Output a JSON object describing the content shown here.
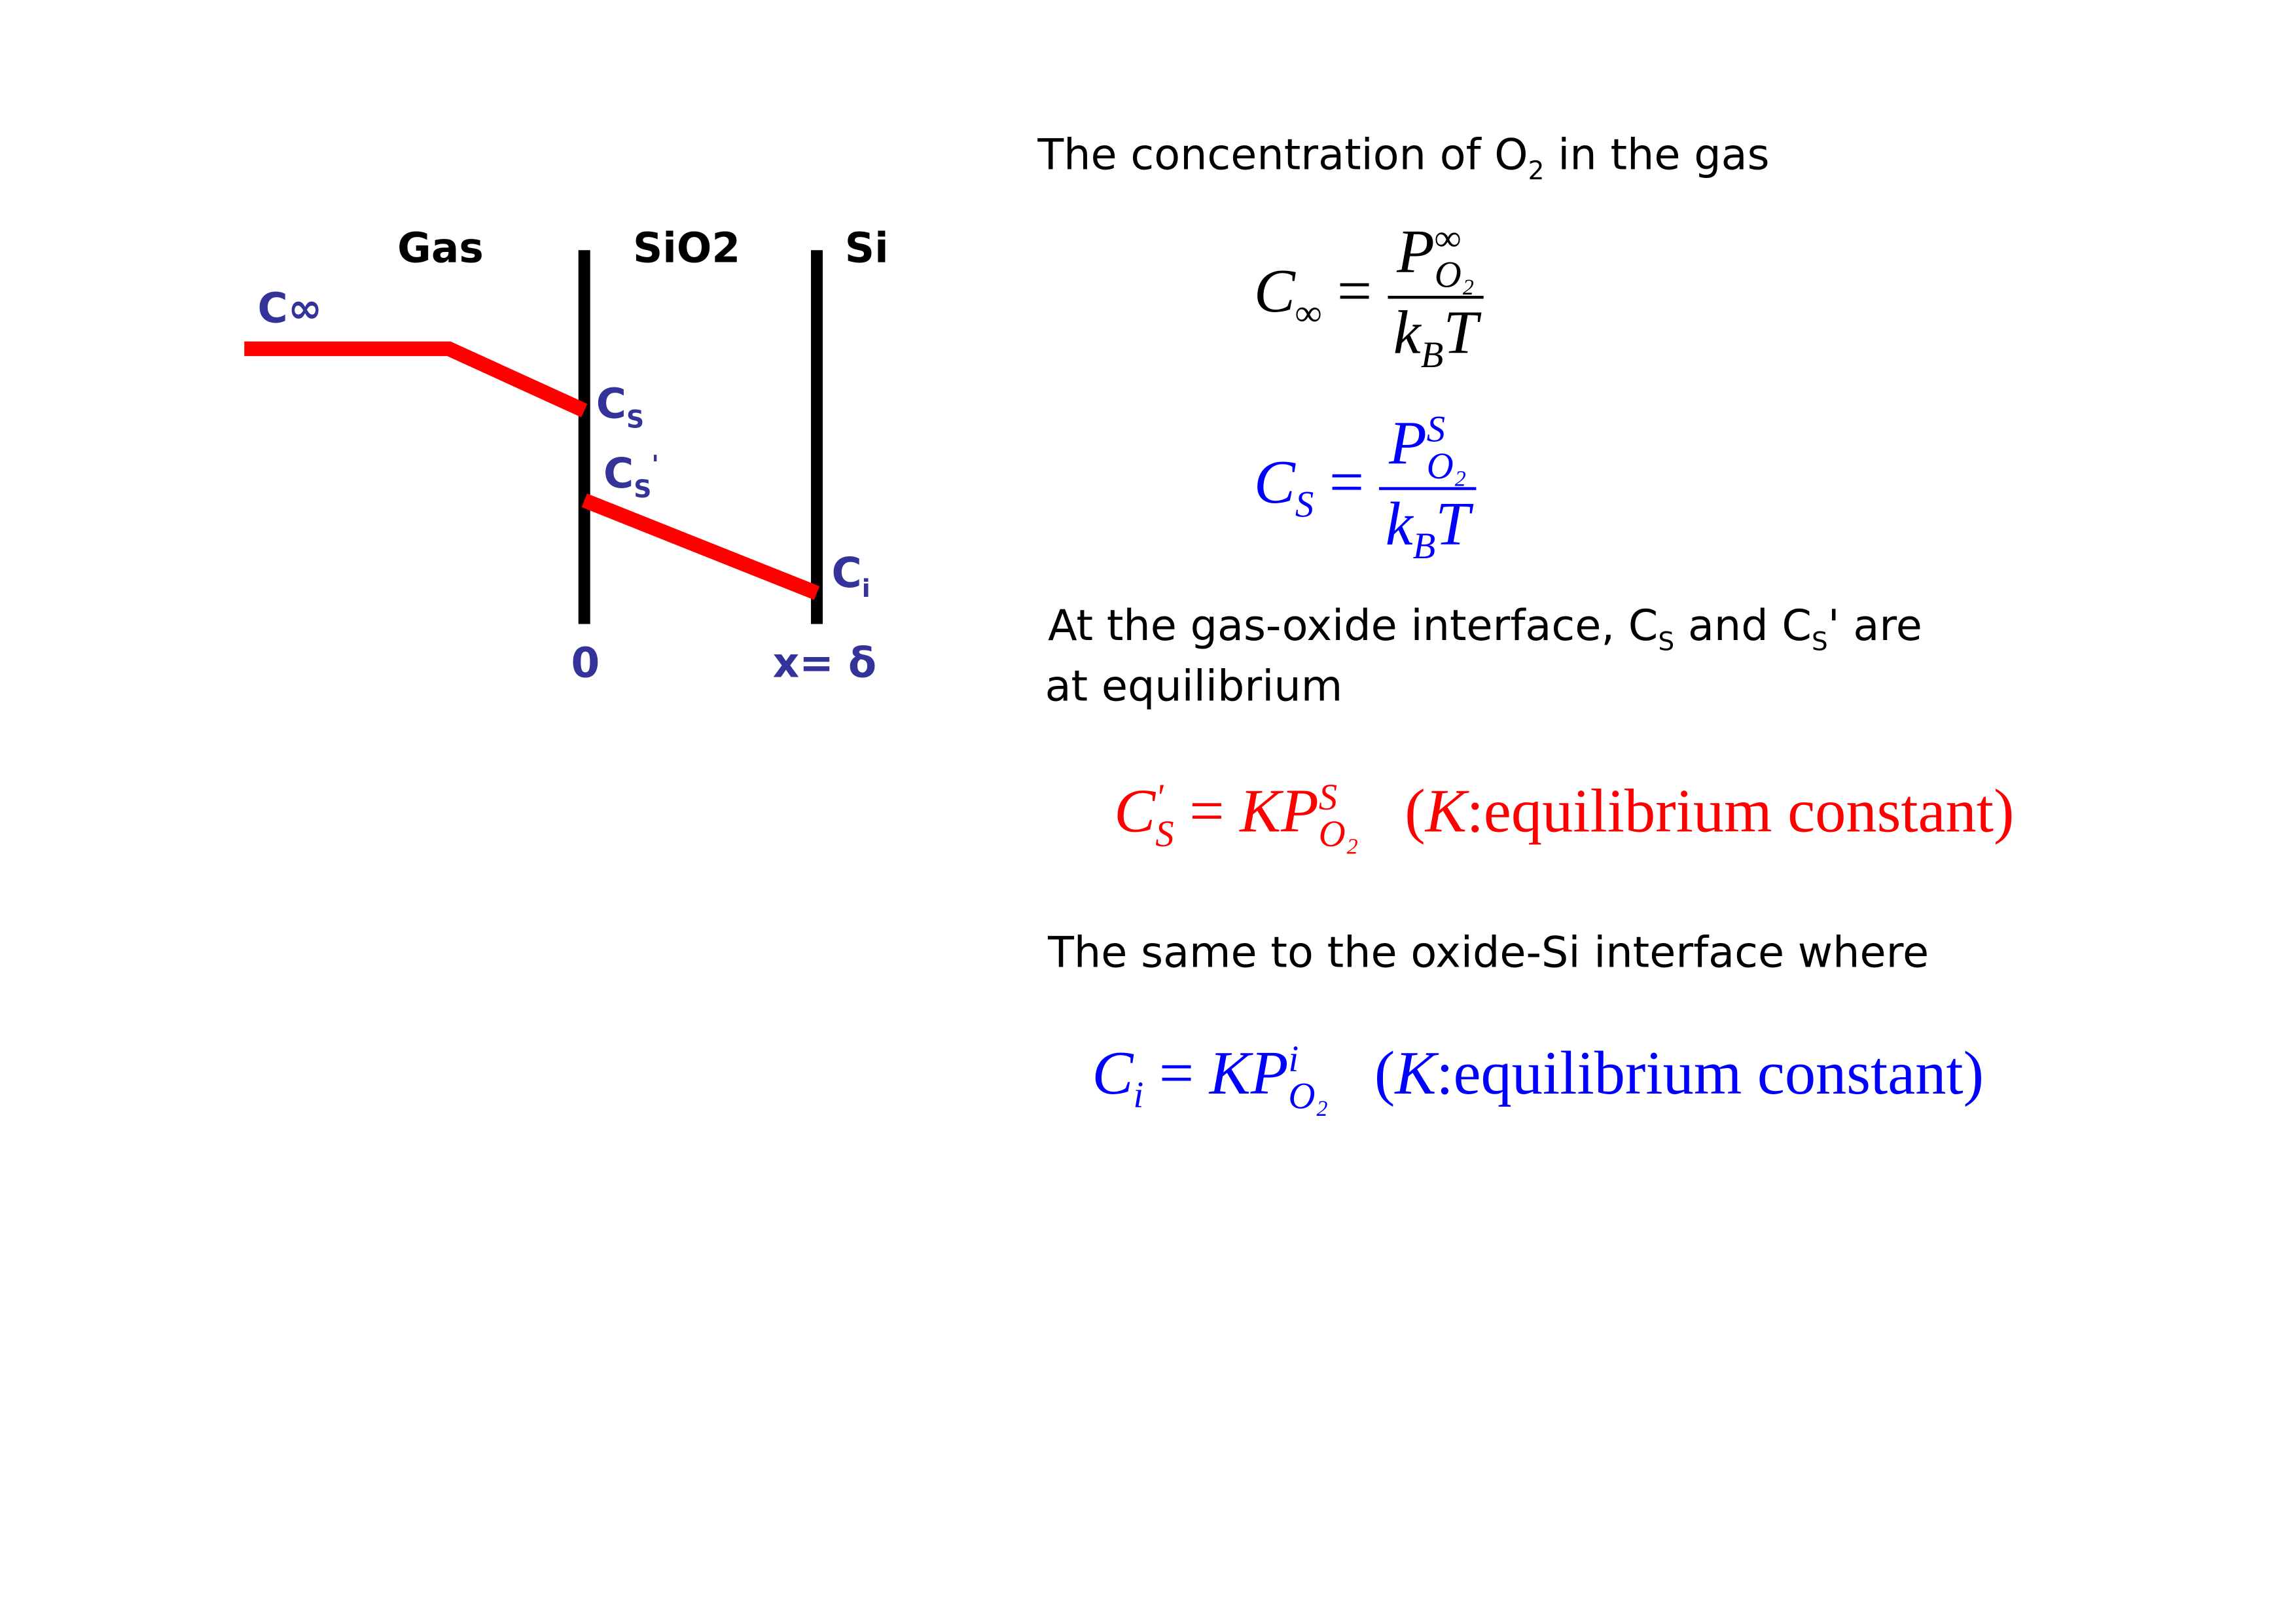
{
  "diagram": {
    "region_labels": [
      "Gas",
      "SiO2",
      "Si"
    ],
    "concentration_labels": {
      "c_inf": "C∞",
      "c_s": "C",
      "c_s_sub": "S",
      "c_s_prime": "C",
      "c_s_prime_sub": "S",
      "c_s_prime_mark": "'",
      "c_i": "C",
      "c_i_sub": "i"
    },
    "axis_labels": {
      "origin": "0",
      "delta": "x= δ"
    },
    "colors": {
      "profile": "#ff0000",
      "interfaces": "#000000",
      "labels": "#333399"
    }
  },
  "text": {
    "intro": "The concentration of O",
    "intro_sub": "2",
    "intro_end": " in the gas",
    "interface_line1_a": "At the gas-oxide interface, C",
    "interface_line1_sub1": "S",
    "interface_line1_b": " and C",
    "interface_line1_sub2": "S",
    "interface_line1_c": "' are",
    "interface_line2": "at equilibrium",
    "oxide_si": "The same to the oxide-Si interface where"
  },
  "equations": {
    "c_inf": {
      "lhs": "C",
      "lhs_sub": "∞",
      "eq": "=",
      "num": "P",
      "num_sup": "∞",
      "num_sub": "O₂",
      "den": "k",
      "den_sub": "B",
      "den_end": "T"
    },
    "c_s": {
      "lhs": "C",
      "lhs_sub": "S",
      "eq": "=",
      "num": "P",
      "num_sup": "S",
      "num_sub": "O₂",
      "den": "k",
      "den_sub": "B",
      "den_end": "T"
    },
    "c_s_prime": {
      "lhs": "C",
      "lhs_sup": "'",
      "lhs_sub": "S",
      "eq": "=",
      "rhs": "KP",
      "rhs_sup": "S",
      "rhs_sub": "O₂",
      "note_open": "(",
      "note_k": "K",
      "note_text": ":equilibrium constant)"
    },
    "c_i": {
      "lhs": "C",
      "lhs_sub": "i",
      "eq": "=",
      "rhs": "KP",
      "rhs_sup": "i",
      "rhs_sub": "O₂",
      "note_open": "(",
      "note_k": "K",
      "note_text": ":equilibrium constant)"
    }
  }
}
